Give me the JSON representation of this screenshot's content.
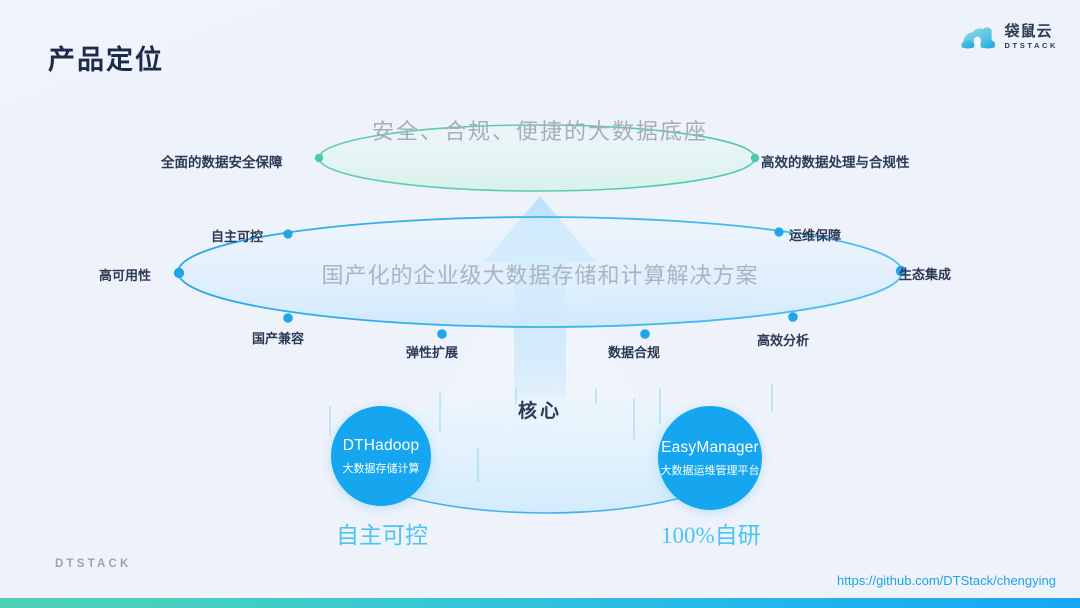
{
  "header": {
    "title": "产品定位",
    "logo": {
      "icon": "dtstack-cloud-icon",
      "cn": "袋鼠云",
      "en": "DTSTACK"
    }
  },
  "layers": {
    "top": {
      "caption": "安全、合规、便捷的大数据底座",
      "accent_color": "#4ec9ae",
      "labels": [
        {
          "text": "全面的数据安全保障",
          "side": "left"
        },
        {
          "text": "高效的数据处理与合规性",
          "side": "right"
        }
      ]
    },
    "middle": {
      "caption": "国产化的企业级大数据存储和计算解决方案",
      "accent_color": "#2aa8e8",
      "nodes": [
        {
          "text": "自主可控"
        },
        {
          "text": "运维保障"
        },
        {
          "text": "高可用性"
        },
        {
          "text": "生态集成"
        },
        {
          "text": "国产兼容"
        },
        {
          "text": "弹性扩展"
        },
        {
          "text": "数据合规"
        },
        {
          "text": "高效分析"
        }
      ]
    },
    "core": {
      "label": "核心",
      "products": [
        {
          "name": "DTHadoop",
          "subtitle": "大数据存储计算",
          "caption": "自主可控",
          "color": "#16a6ef"
        },
        {
          "name": "EasyManager",
          "subtitle": "大数据运维管理平台",
          "caption": "100%自研",
          "color": "#16a6ef"
        }
      ]
    }
  },
  "footer": {
    "brand": "DTSTACK",
    "url": "https://github.com/DTStack/chengying",
    "bar_gradient_from": "#4fd1b4",
    "bar_gradient_to": "#16a6f5"
  }
}
